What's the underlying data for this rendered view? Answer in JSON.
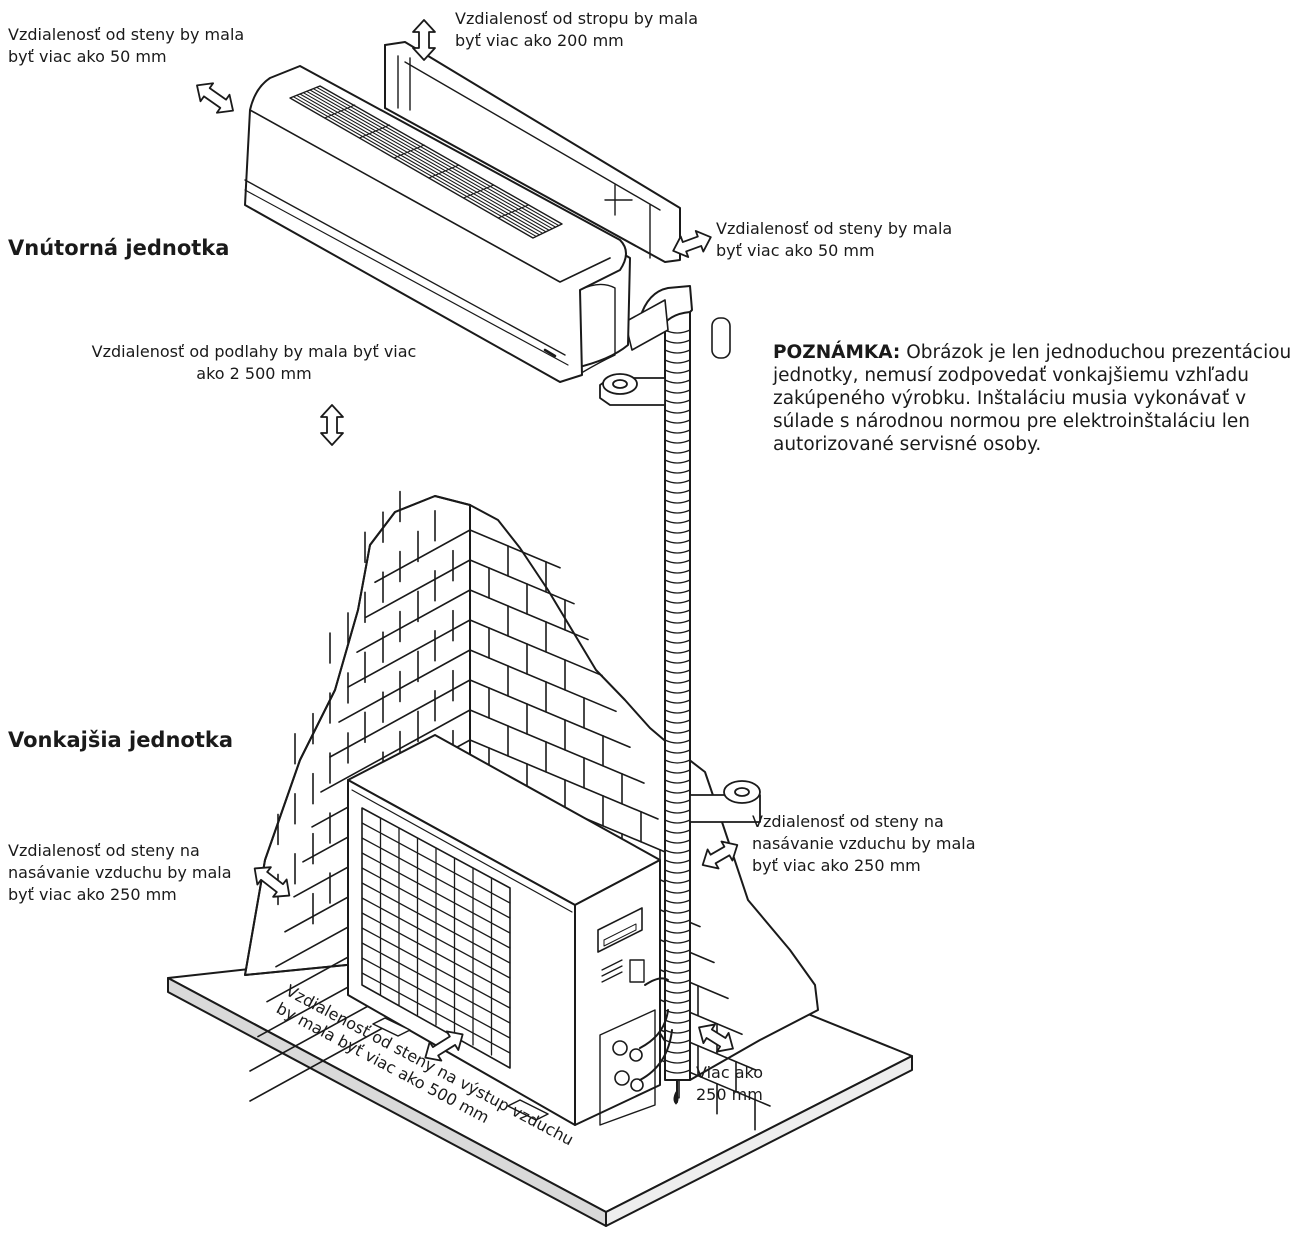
{
  "headings": {
    "indoor": "Vnútorná jednotka",
    "outdoor": "Vonkajšia jednotka"
  },
  "labels": {
    "wall_left_l1": "Vzdialenosť od steny by mala",
    "wall_left_l2": "byť viac ako 50 mm",
    "ceiling_l1": "Vzdialenosť od stropu by mala",
    "ceiling_l2": "byť viac ako 200 mm",
    "wall_right_l1": "Vzdialenosť od steny by mala",
    "wall_right_l2": "byť viac ako 50 mm",
    "floor_l1": "Vzdialenosť od podlahy by mala byť viac",
    "floor_l2": "ako 2 500 mm",
    "intake_left_l1": "Vzdialenosť od steny na",
    "intake_left_l2": "nasávanie vzduchu by mala",
    "intake_left_l3": "byť viac ako 250 mm",
    "intake_right_l1": "Vzdialenosť od steny na",
    "intake_right_l2": "nasávanie vzduchu by mala",
    "intake_right_l3": "byť viac ako 250 mm",
    "side_l1": "Viac ako",
    "side_l2": "250 mm",
    "outlet_l1": "Vzdialenosť od steny na výstup vzduchu",
    "outlet_l2": "by mala byť viac ako 500 mm"
  },
  "note": {
    "title": "POZNÁMKA:",
    "text": " Obrázok je len jednoduchou prezentáciou jednotky, nemusí zodpovedať vonkajšiemu vzhľadu zakúpeného výrobku. Inštaláciu musia vykonávať v súlade s národnou normou pre elektroinštaláciu len autorizované servisné osoby."
  },
  "colors": {
    "line": "#1a1a1a",
    "fill": "#ffffff",
    "shade": "#d9d9d9"
  }
}
